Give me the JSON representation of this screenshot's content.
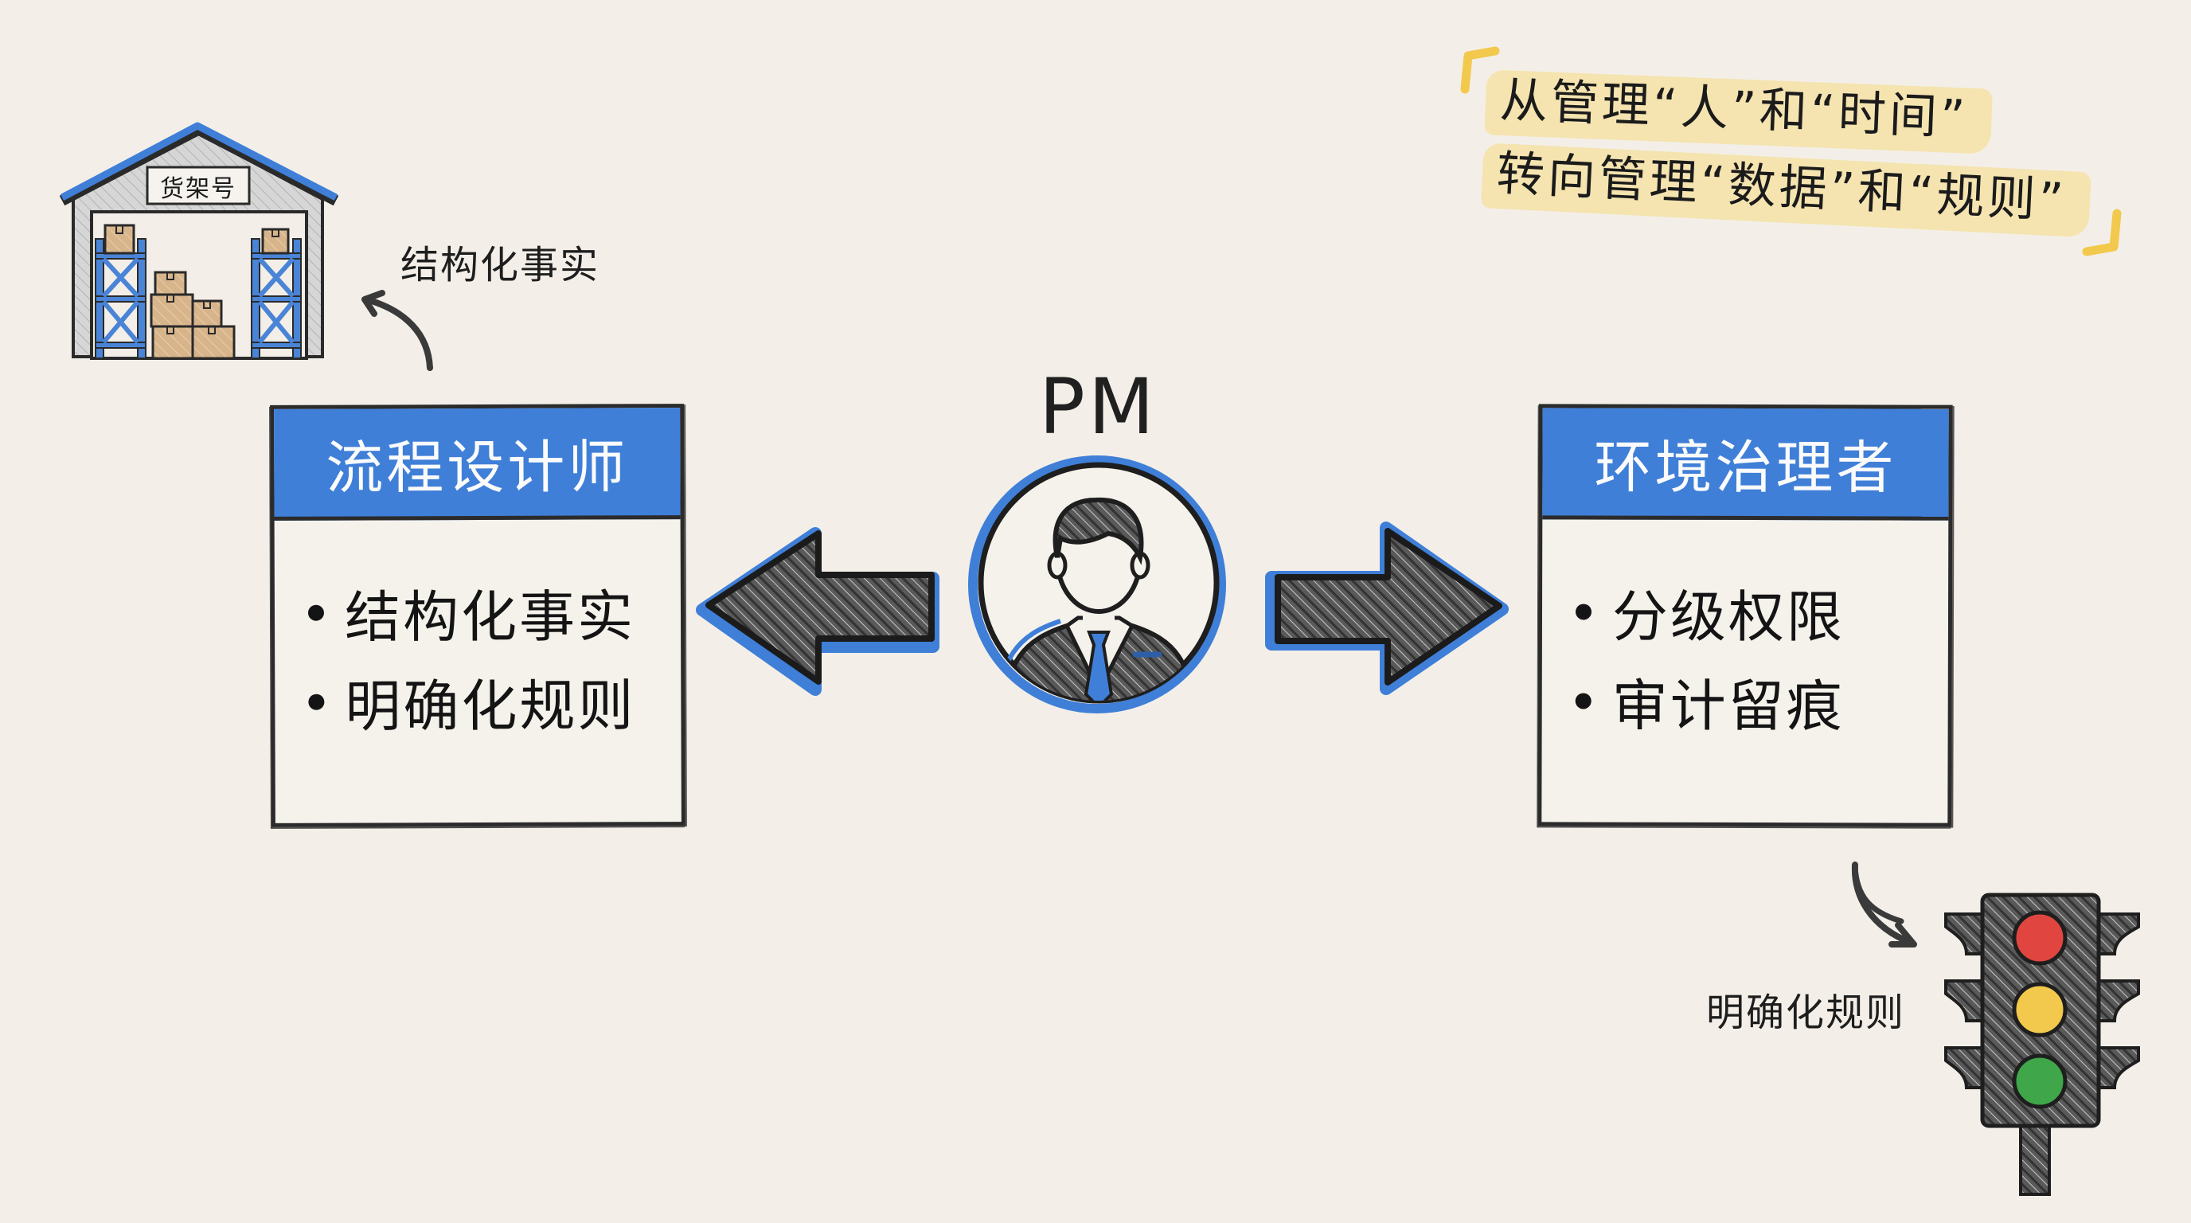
{
  "quote": {
    "line1": "从管理“人”和“时间”",
    "line2": "转向管理“数据”和“规则”",
    "highlight_color": "#f4e2a6",
    "bracket_color": "#f2c94c"
  },
  "warehouse": {
    "sign": "货架号",
    "annotation": "结构化事实",
    "roof_color": "#3f7fd8",
    "rack_color": "#4a84d6",
    "box_color": "#d7b48a"
  },
  "center": {
    "label": "PM",
    "accent_color": "#3f7fd8"
  },
  "left_card": {
    "title": "流程设计师",
    "items": [
      "结构化事实",
      "明确化规则"
    ]
  },
  "right_card": {
    "title": "环境治理者",
    "items": [
      "分级权限",
      "审计留痕"
    ]
  },
  "traffic_light": {
    "annotation": "明确化规则",
    "lights": [
      {
        "name": "red",
        "color": "#e0463f"
      },
      {
        "name": "yellow",
        "color": "#f2c94c"
      },
      {
        "name": "green",
        "color": "#3fa64a"
      }
    ]
  },
  "colors": {
    "background": "#f3efe8",
    "header_blue": "#3f7fd8",
    "ink": "#1b1b1b"
  }
}
